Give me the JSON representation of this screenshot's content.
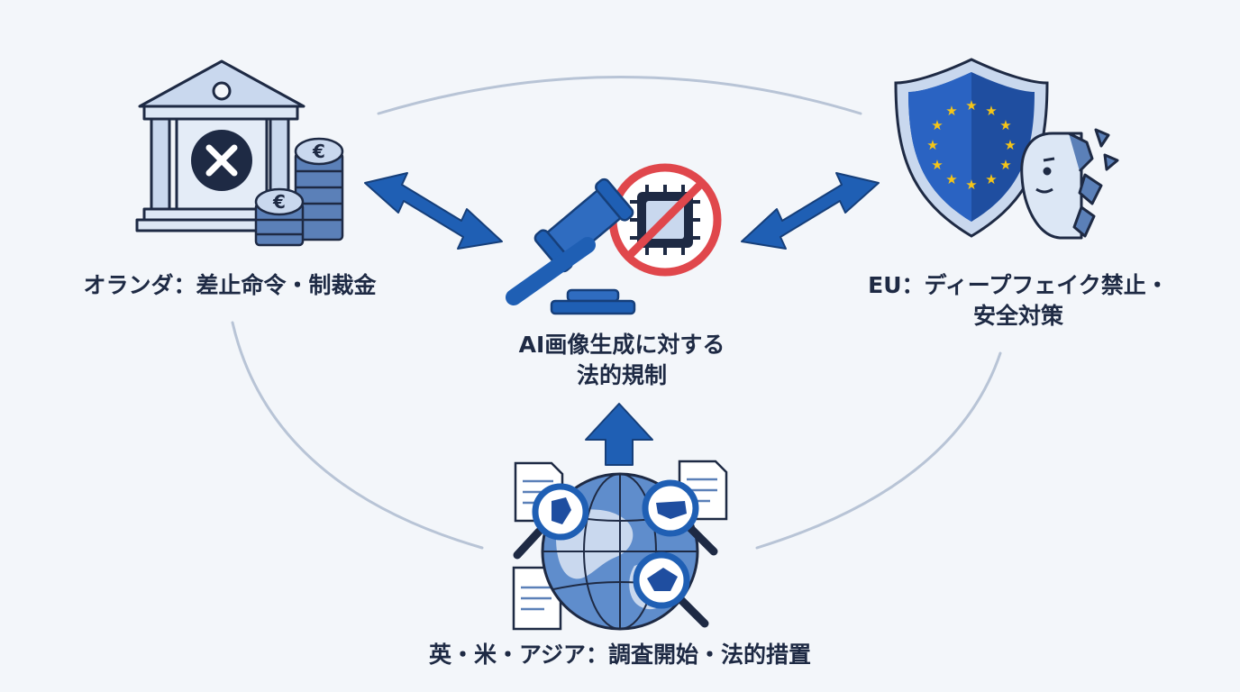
{
  "center": {
    "title_line1": "AI画像生成に対する",
    "title_line2": "法的規制"
  },
  "netherlands": {
    "label": "オランダ：差止命令・制裁金"
  },
  "eu": {
    "label_line1": "EU：ディープフェイク禁止・",
    "label_line2": "安全対策"
  },
  "bottom": {
    "label": "英・米・アジア：調査開始・法的措置"
  },
  "icons": [
    "bank-icon",
    "euro-coins-icon",
    "gavel-icon",
    "banned-chip-icon",
    "eu-shield-icon",
    "face-icon",
    "globe-icon",
    "magnifier-icon",
    "document-icon"
  ],
  "colors": {
    "primary_blue": "#1f5fb4",
    "dark_navy": "#1e2a44",
    "light_blue": "#b9cde8",
    "ban_red": "#e0474c",
    "eu_star_yellow": "#f5c518",
    "background": "#f3f6fa",
    "connector_gray": "#b8c4d6"
  }
}
